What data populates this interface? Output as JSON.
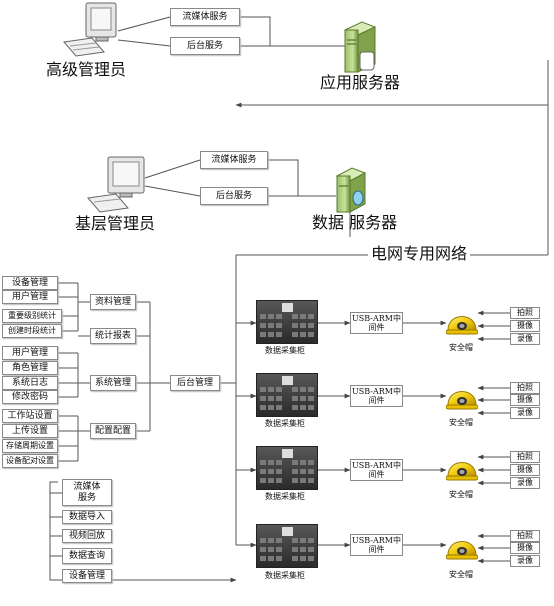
{
  "top": {
    "senior_admin": "高级管理员",
    "app_server": "应用服务器",
    "stream_service": "流媒体服务",
    "backend_service": "后台服务"
  },
  "middle": {
    "base_admin": "基层管理员",
    "data_server": "数据 服务器",
    "stream_service": "流媒体服务",
    "backend_service": "后台服务",
    "network": "电网专用网络"
  },
  "left": {
    "resource_items": [
      "设备管理",
      "用户管理",
      "重要级别统计",
      "创建时段统计"
    ],
    "system_items": [
      "用户管理",
      "角色管理",
      "系统日志",
      "修改密码"
    ],
    "config_items": [
      "工作站设置",
      "上传设置",
      "存储周期设置",
      "设备配对设置"
    ],
    "resource_mgmt": "资料管理",
    "stats_report": "统计报表",
    "system_mgmt": "系统管理",
    "config": "配置配置",
    "backend_mgmt": "后台管理",
    "service_items": [
      "流媒体\n服务",
      "数据导入",
      "视频回放",
      "数据查询",
      "设备管理"
    ]
  },
  "units": [
    {
      "cabinet": "数据采集柜",
      "middleware": "USB-ARM中\n间件",
      "helmet": "安全帽",
      "actions": [
        "拍照",
        "摄像",
        "录像"
      ]
    },
    {
      "cabinet": "数据采集柜",
      "middleware": "USB-ARM中\n间件",
      "helmet": "安全帽",
      "actions": [
        "拍照",
        "摄像",
        "录像"
      ]
    },
    {
      "cabinet": "数据采集柜",
      "middleware": "USB-ARM中\n间件",
      "helmet": "安全帽",
      "actions": [
        "拍照",
        "摄像",
        "录像"
      ]
    },
    {
      "cabinet": "数据采集柜",
      "middleware": "USB-ARM中\n间件",
      "helmet": "安全帽",
      "actions": [
        "拍照",
        "摄像",
        "录像"
      ]
    }
  ]
}
